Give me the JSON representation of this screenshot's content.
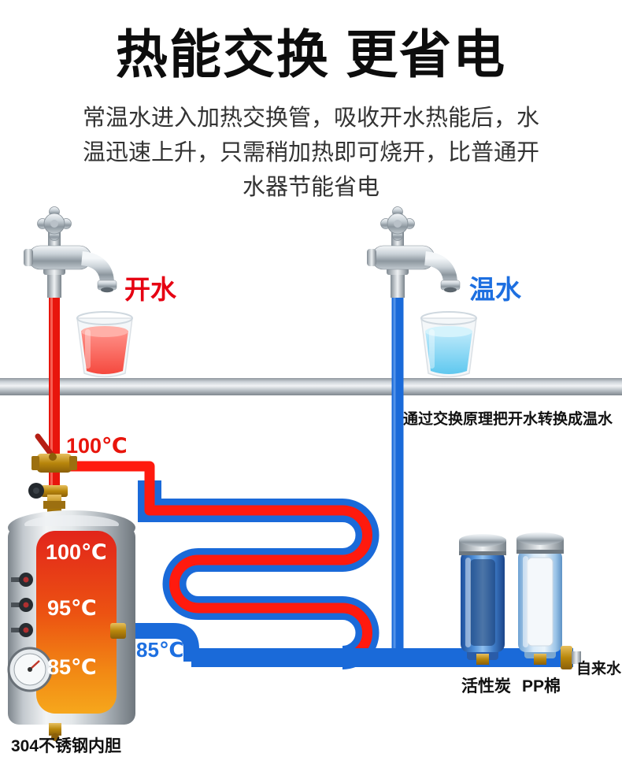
{
  "title": "热能交换 更省电",
  "intro": {
    "lines": [
      "常温水进入加热交换管，吸收开水热能后，水",
      "温迅速上升，只需稍加热即可烧开，比普通开",
      "水器节能省电"
    ]
  },
  "diagram": {
    "hot_tap": {
      "label": "开水"
    },
    "warm_tap": {
      "label": "温水"
    },
    "exchange_note": "通过交换原理把开水转换成温水",
    "hot_outlet_temp": "100℃",
    "warm_inlet_temp": "85℃",
    "tank": {
      "temps": [
        "100℃",
        "95℃",
        "85℃"
      ],
      "caption": "304不锈钢内胆"
    },
    "filters": {
      "carbon_label": "活性炭",
      "pp_label": "PP棉"
    },
    "tap_water_label": "自来水",
    "colors": {
      "hot_pipe": "#e8150c",
      "warm_pipe": "#1a6ad9",
      "hot_text": "#e60012",
      "warm_text": "#1d6fe0",
      "tank_hot_top": "#e2251b",
      "tank_hot_bottom": "#f6a71c"
    }
  }
}
